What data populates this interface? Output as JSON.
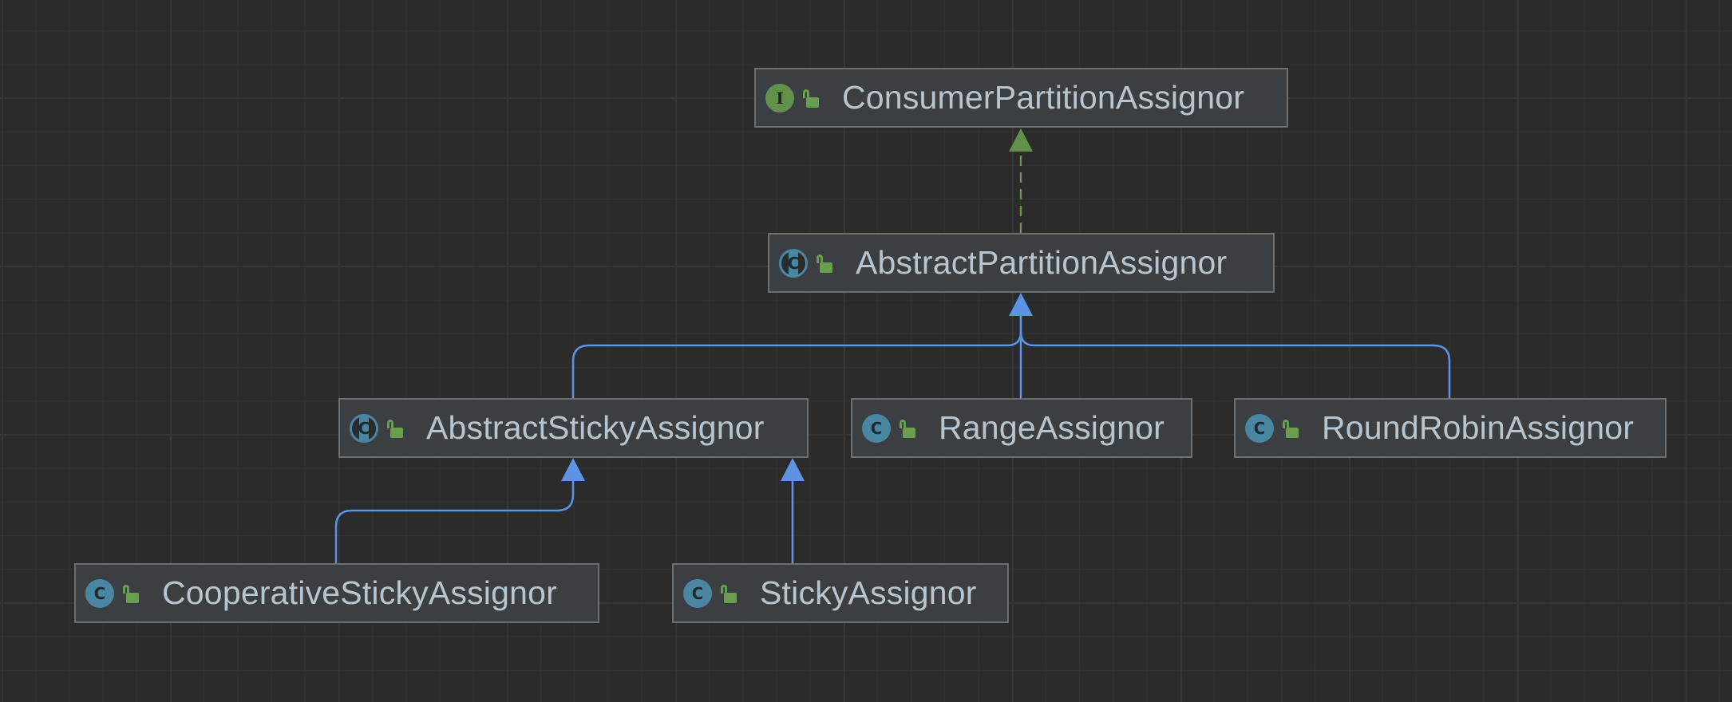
{
  "colors": {
    "background": "#2b2b2b",
    "node_fill": "#3c3f41",
    "node_border": "#6e6e6e",
    "text": "#b8c5cf",
    "extends_arrow": "#5c93e5",
    "implements_arrow": "#62914b",
    "interface_icon": "#62914b",
    "class_icon": "#4a86a2"
  },
  "nodes": [
    {
      "id": "consumer-partition-assignor",
      "kind": "interface",
      "kind_icon": "interface-icon",
      "kind_letter": "I",
      "name": "ConsumerPartitionAssignor"
    },
    {
      "id": "abstract-partition-assignor",
      "kind": "abstract-class",
      "kind_icon": "abstract-class-icon",
      "kind_letter": "C",
      "name": "AbstractPartitionAssignor"
    },
    {
      "id": "abstract-sticky-assignor",
      "kind": "abstract-class",
      "kind_icon": "abstract-class-icon",
      "kind_letter": "C",
      "name": "AbstractStickyAssignor"
    },
    {
      "id": "range-assignor",
      "kind": "class",
      "kind_icon": "class-icon",
      "kind_letter": "C",
      "name": "RangeAssignor"
    },
    {
      "id": "round-robin-assignor",
      "kind": "class",
      "kind_icon": "class-icon",
      "kind_letter": "C",
      "name": "RoundRobinAssignor"
    },
    {
      "id": "cooperative-sticky-assignor",
      "kind": "class",
      "kind_icon": "class-icon",
      "kind_letter": "C",
      "name": "CooperativeStickyAssignor"
    },
    {
      "id": "sticky-assignor",
      "kind": "class",
      "kind_icon": "class-icon",
      "kind_letter": "C",
      "name": "StickyAssignor"
    }
  ],
  "edges": [
    {
      "from": "abstract-partition-assignor",
      "to": "consumer-partition-assignor",
      "type": "implements"
    },
    {
      "from": "abstract-sticky-assignor",
      "to": "abstract-partition-assignor",
      "type": "extends"
    },
    {
      "from": "range-assignor",
      "to": "abstract-partition-assignor",
      "type": "extends"
    },
    {
      "from": "round-robin-assignor",
      "to": "abstract-partition-assignor",
      "type": "extends"
    },
    {
      "from": "cooperative-sticky-assignor",
      "to": "abstract-sticky-assignor",
      "type": "extends"
    },
    {
      "from": "sticky-assignor",
      "to": "abstract-sticky-assignor",
      "type": "extends"
    }
  ]
}
